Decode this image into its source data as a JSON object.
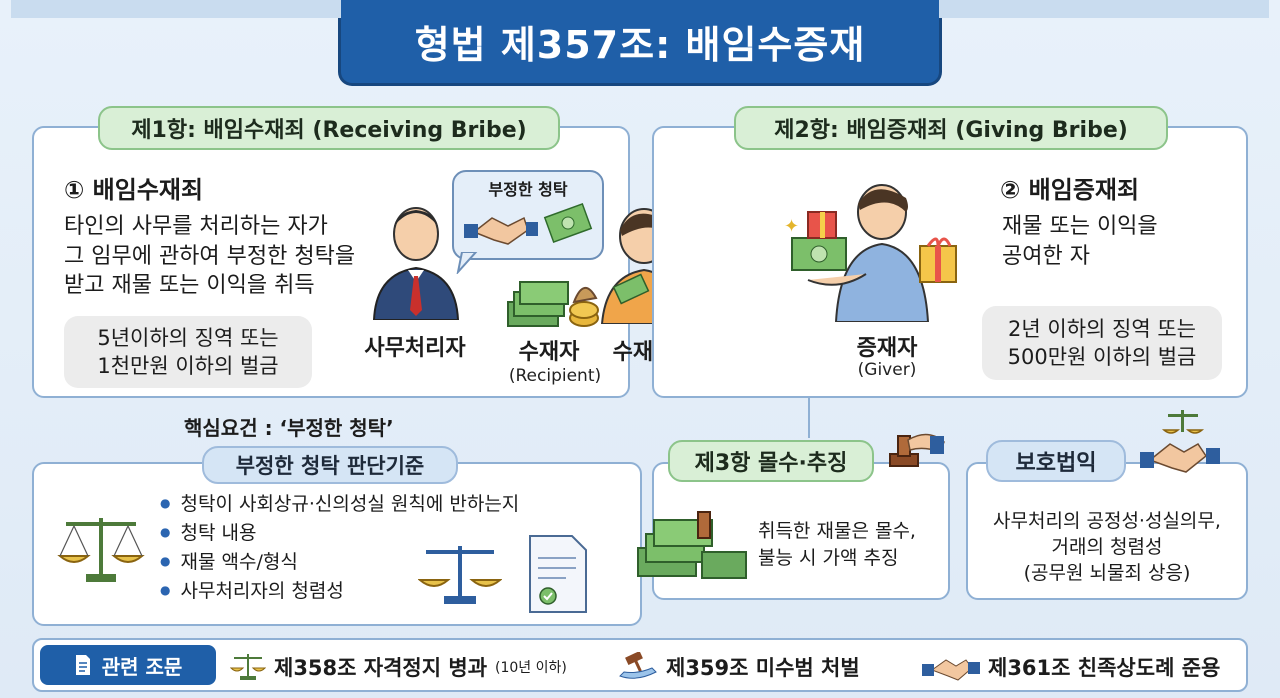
{
  "title": "형법 제357조: 배임수증재",
  "clause1": {
    "header": "제1항: 배임수재죄 (Receiving Bribe)",
    "heading": "① 배임수재죄",
    "lines": [
      "타인의 사무를 처리하는 자가",
      "그 임무에 관하여 부정한 청탁을",
      "받고 재물 또는 이익을 취득"
    ],
    "penalty": [
      "5년이하의 징역 또는",
      "1천만원 이하의 벌금"
    ],
    "bubble": "부정한 청탁",
    "label_officer": "사무처리자",
    "label_recipient_left": "수재자",
    "label_recipient_right": "수재자",
    "label_recipient_en": "(Recipient)"
  },
  "clause2": {
    "header": "제2항: 배임증재죄 (Giving Bribe)",
    "heading": "② 배임증재죄",
    "lines": [
      "재물 또는 이익을",
      "공여한 자"
    ],
    "penalty": [
      "2년 이하의 징역 또는",
      "500만원 이하의 벌금"
    ],
    "label_giver": "증재자",
    "label_giver_en": "(Giver)"
  },
  "core": {
    "requirement": "핵심요건 : ‘부정한 청탁’",
    "criteria_header": "부정한 청탁 판단기준",
    "criteria": [
      "청탁이 사회상규·신의성실 원칙에 반하는지",
      "청탁 내용",
      "재물 액수/형식",
      "사무처리자의 청렴성"
    ]
  },
  "clause3": {
    "header": "제3항 몰수·추징",
    "lines": [
      "취득한 재물은 몰수,",
      "불능 시 가액 추징"
    ]
  },
  "protected": {
    "header": "보호법익",
    "lines": [
      "사무처리의 공정성·성실의무,",
      "거래의 청렴성",
      "(공무원 뇌물죄 상응)"
    ]
  },
  "footer": {
    "label": "관련 조문",
    "item1": "제358조 자격정지 병과",
    "item1_note": "(10년 이하)",
    "item2": "제359조 미수범 처벌",
    "item3": "제361조 친족상도례 준용"
  },
  "colors": {
    "primary": "#1f5fa8",
    "green_pill": "#d9efd6",
    "blue_pill": "#d5e5f5",
    "money": "#5a9a55",
    "arrow_green": "#6cb36a",
    "arrow_orange": "#ef8a45"
  }
}
